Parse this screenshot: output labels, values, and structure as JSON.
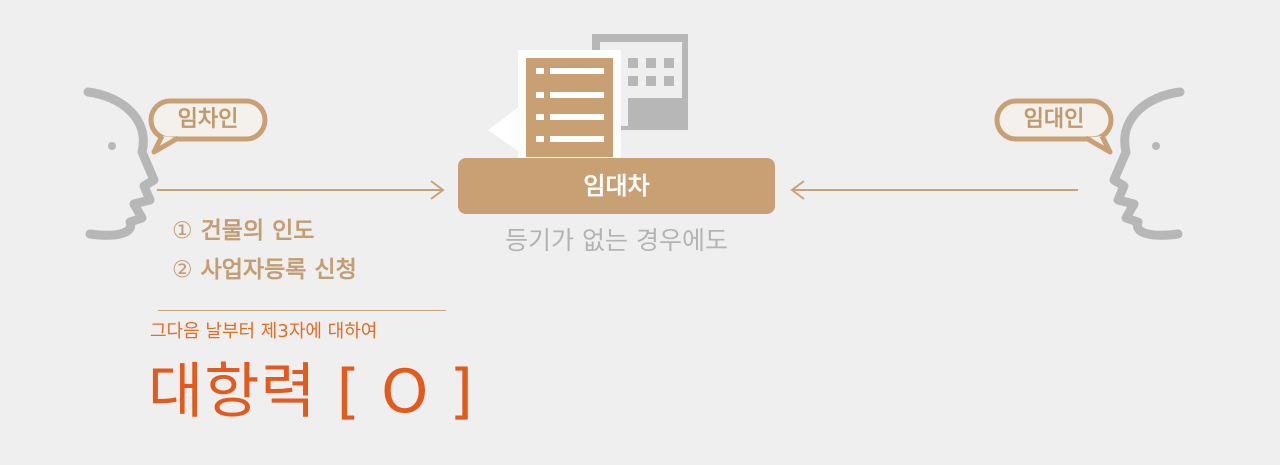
{
  "tenant": {
    "label": "임차인"
  },
  "landlord": {
    "label": "임대인"
  },
  "lease": {
    "label": "임대차",
    "subtitle": "등기가 없는 경우에도"
  },
  "conditions": [
    {
      "num": "①",
      "text": "건물의 인도"
    },
    {
      "num": "②",
      "text": "사업자등록 신청"
    }
  ],
  "result": {
    "intro": "그다음 날부터 제3자에 대하여",
    "main": "대항력 [ O ]"
  },
  "colors": {
    "background": "#efefef",
    "accent_tan": "#c9a074",
    "result_orange": "#e35a1f",
    "gray": "#b7b7b7"
  },
  "icons": [
    "tenant-head-icon",
    "landlord-head-icon",
    "contract-document-icon",
    "building-icon",
    "arrow-right-icon",
    "arrow-left-icon"
  ]
}
